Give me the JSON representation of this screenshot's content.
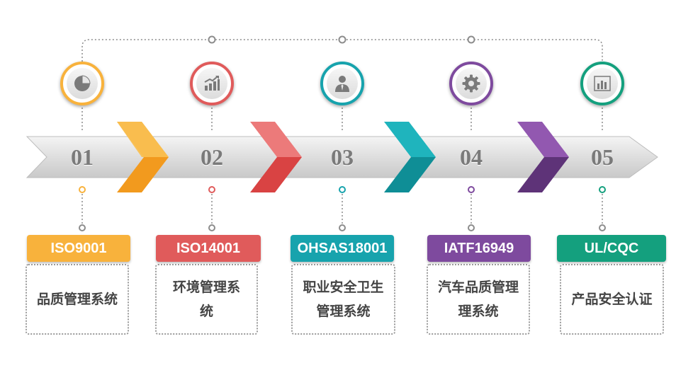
{
  "colors": {
    "orange": "#f8b23c",
    "red": "#e05b5b",
    "teal": "#17a3ad",
    "purple": "#7e4a9e",
    "green": "#14a07e",
    "arrow_gray": "#dedede",
    "number_gray": "#7a7a7a"
  },
  "steps": [
    {
      "number": "01",
      "icon": "pie-chart-icon",
      "tag": "ISO9001",
      "description": "品质管理系统"
    },
    {
      "number": "02",
      "icon": "growth-chart-icon",
      "tag": "ISO14001",
      "description": "环境管理系统"
    },
    {
      "number": "03",
      "icon": "businessman-icon",
      "tag": "OHSAS18001",
      "description": "职业安全卫生管理系统"
    },
    {
      "number": "04",
      "icon": "gear-icon",
      "tag": "IATF16949",
      "description": "汽车品质管理理系统"
    },
    {
      "number": "05",
      "icon": "bar-chart-icon",
      "tag": "UL/CQC",
      "description": "产品安全认证"
    }
  ]
}
